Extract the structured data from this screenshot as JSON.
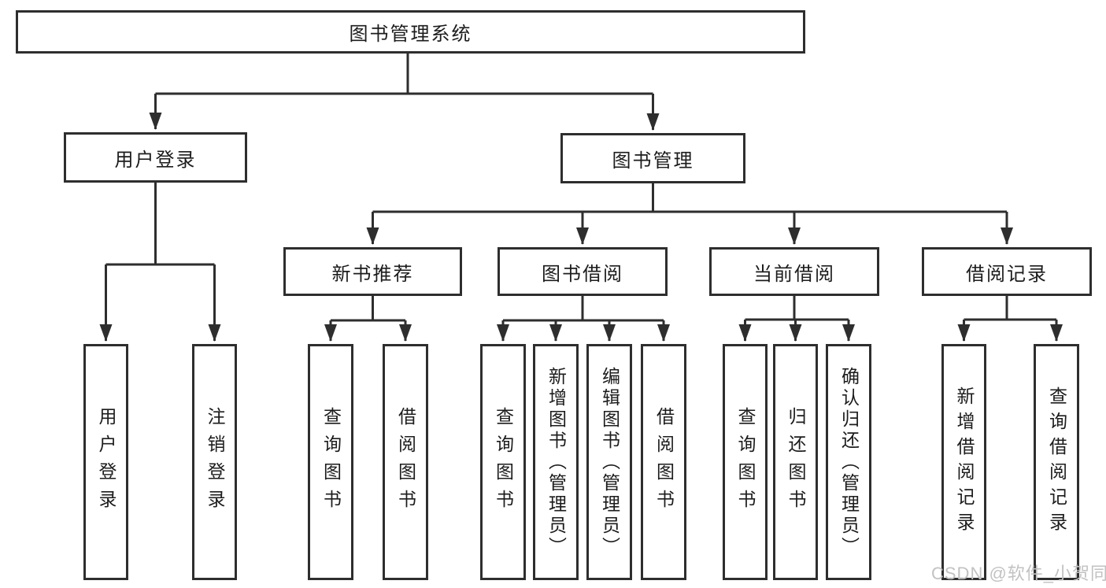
{
  "diagram": {
    "type": "hierarchy-tree",
    "root": {
      "label": "图书管理系统"
    },
    "branches": [
      {
        "label": "用户登录",
        "children": [
          {
            "label": "用户登录"
          },
          {
            "label": "注销登录"
          }
        ]
      },
      {
        "label": "图书管理",
        "children": [
          {
            "label": "新书推荐",
            "children": [
              {
                "label": "查询图书"
              },
              {
                "label": "借阅图书"
              }
            ]
          },
          {
            "label": "图书借阅",
            "children": [
              {
                "label": "查询图书"
              },
              {
                "label": "新增图书（管理员）"
              },
              {
                "label": "编辑图书（管理员）"
              },
              {
                "label": "借阅图书"
              }
            ]
          },
          {
            "label": "当前借阅",
            "children": [
              {
                "label": "查询图书"
              },
              {
                "label": "归还图书"
              },
              {
                "label": "确认归还（管理员）"
              }
            ]
          },
          {
            "label": "借阅记录",
            "children": [
              {
                "label": "新增借阅记录"
              },
              {
                "label": "查询借阅记录"
              }
            ]
          }
        ]
      }
    ]
  },
  "watermark": {
    "text": "CSDN @软件_小贺同学"
  },
  "colors": {
    "line": "#2e2e2e",
    "box_border": "#2e2e2e",
    "box_background": "#ffffff",
    "text": "#1c1c1c",
    "watermark": "#c2c2c2"
  }
}
